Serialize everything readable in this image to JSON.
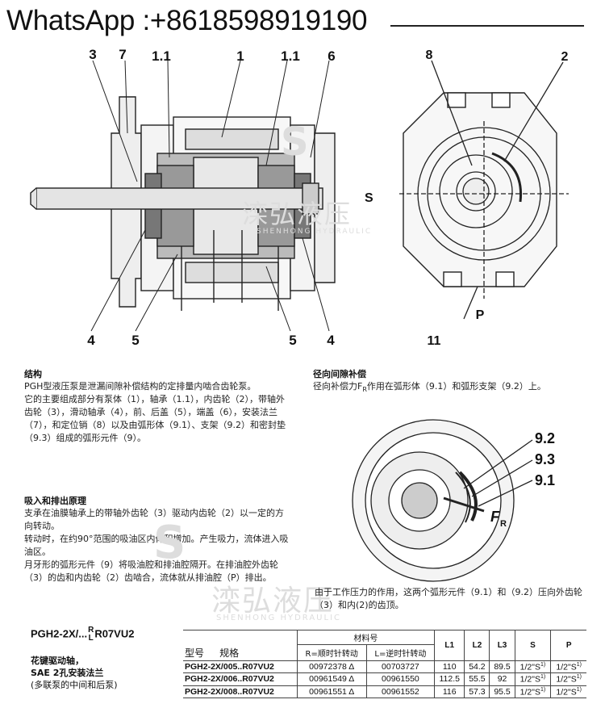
{
  "header": {
    "title": "WhatsApp :+8618598919190"
  },
  "left_figure": {
    "callouts_top": [
      "3",
      "7",
      "1.1",
      "1",
      "1.1",
      "6"
    ],
    "callouts_bottom": [
      "4",
      "5",
      "5",
      "4"
    ]
  },
  "right_figure": {
    "callouts": [
      "8",
      "2",
      "S",
      "P",
      "11"
    ]
  },
  "inset_figure": {
    "callouts": [
      "9.2",
      "9.3",
      "9.1",
      "F",
      "R"
    ]
  },
  "watermark": {
    "brand_cn": "滦弘液压",
    "brand_en": "SHENHONG HYDRAULIC",
    "logo_letter": "S"
  },
  "sections": {
    "structure": {
      "heading": "结构",
      "paragraphs": [
        "PGH型液压泵是泄漏间隙补偿结构的定排量内啮合齿轮泵。",
        "它的主要组成部分有泵体（1），轴承（1.1），内齿轮（2），带轴外齿轮（3），滑动轴承（4），前、后盖（5），端盖（6），安装法兰（7），和定位销（8）以及由弧形体（9.1）、支架（9.2）和密封垫（9.3）组成的弧形元件（9）。"
      ]
    },
    "suction": {
      "heading": "吸入和排出原理",
      "paragraphs": [
        "支承在油膜轴承上的带轴外齿轮（3）驱动内齿轮（2）以一定的方向转动。",
        "转动时，在约90°范围的吸油区内体积增加。产生吸力，流体进入吸油区。",
        "月牙形的弧形元件（9）将吸油腔和排油腔隔开。在排油腔外齿轮（3）的齿和内齿轮（2）齿啮合，流体就从排油腔（P）排出。"
      ]
    },
    "radial": {
      "heading": "径向间隙补偿",
      "paragraph_pre": "径向补偿力F",
      "paragraph_sub": "R",
      "paragraph_post": "作用在弧形体（9.1）和弧形支架（9.2）上。"
    },
    "caption": "由于工作压力的作用，这两个弧形元件（9.1）和（9.2）压向外齿轮（3）和内(2)的齿顶。"
  },
  "model": {
    "prefix": "PGH2-2X/...",
    "top": "R",
    "bottom": "L",
    "suffix": "R07VU2",
    "note_line1": "花键驱动轴，",
    "note_line2": "SAE 2孔安装法兰",
    "note_line3": "(多联泵的中间和后泵)"
  },
  "table": {
    "material_header": "材料号",
    "col_type": "型号",
    "col_spec": "规格",
    "col_r": "R=顺时针转动",
    "col_l": "L=逆时针转动",
    "col_l1": "L1",
    "col_l2": "L2",
    "col_l3": "L3",
    "col_s": "S",
    "col_p": "P",
    "rows": [
      {
        "model": "PGH2-2X/005..R07VU2",
        "r": "00972378 Δ",
        "l": "00703727",
        "l1": "110",
        "l2": "54.2",
        "l3": "89.5",
        "s": "1/2\"S",
        "s_sup": "1)",
        "p": "1/2\"S",
        "p_sup": "1)"
      },
      {
        "model": "PGH2-2X/006..R07VU2",
        "r": "00961549 Δ",
        "l": "00961550",
        "l1": "112.5",
        "l2": "55.5",
        "l3": "92",
        "s": "1/2\"S",
        "s_sup": "1)",
        "p": "1/2\"S",
        "p_sup": "1)"
      },
      {
        "model": "PGH2-2X/008..R07VU2",
        "r": "00961551 Δ",
        "l": "00961552",
        "l1": "116",
        "l2": "57.3",
        "l3": "95.5",
        "s": "1/2\"S",
        "s_sup": "1)",
        "p": "1/2\"S",
        "p_sup": "1)"
      }
    ]
  }
}
